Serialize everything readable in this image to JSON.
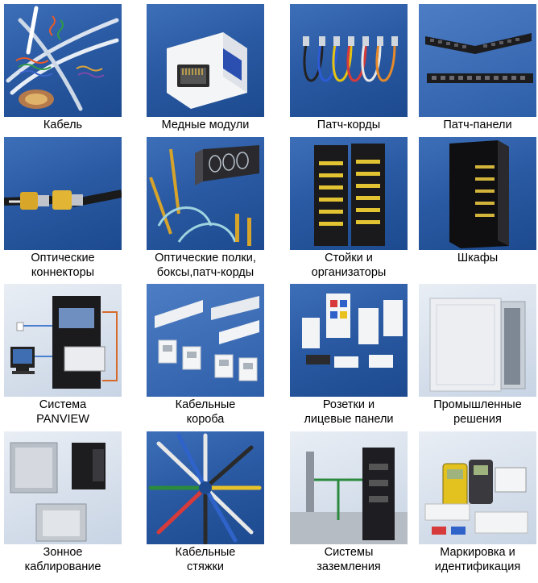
{
  "items": [
    {
      "id": "cable",
      "label": "Кабель"
    },
    {
      "id": "copper-modules",
      "label": "Медные модули"
    },
    {
      "id": "patch-cords",
      "label": "Патч-корды"
    },
    {
      "id": "patch-panels",
      "label": "Патч-панели"
    },
    {
      "id": "optical-connectors",
      "label": "Оптические\nконнекторы"
    },
    {
      "id": "optical-shelves",
      "label": "Оптические полки,\nбоксы,патч-корды"
    },
    {
      "id": "racks",
      "label": "Стойки и\nорганизаторы"
    },
    {
      "id": "cabinets",
      "label": "Шкафы"
    },
    {
      "id": "panview",
      "label": "Система\nPANVIEW"
    },
    {
      "id": "cable-ducts",
      "label": "Кабельные\nкороба"
    },
    {
      "id": "outlets",
      "label": "Розетки и\nлицевые панели"
    },
    {
      "id": "industrial",
      "label": "Промышленные\nрешения"
    },
    {
      "id": "zone-cabling",
      "label": "Зонное\nкаблирование"
    },
    {
      "id": "cable-ties",
      "label": "Кабельные\nстяжки"
    },
    {
      "id": "grounding",
      "label": "Системы\nзаземления"
    },
    {
      "id": "marking",
      "label": "Маркировка и\nидентификация"
    }
  ]
}
